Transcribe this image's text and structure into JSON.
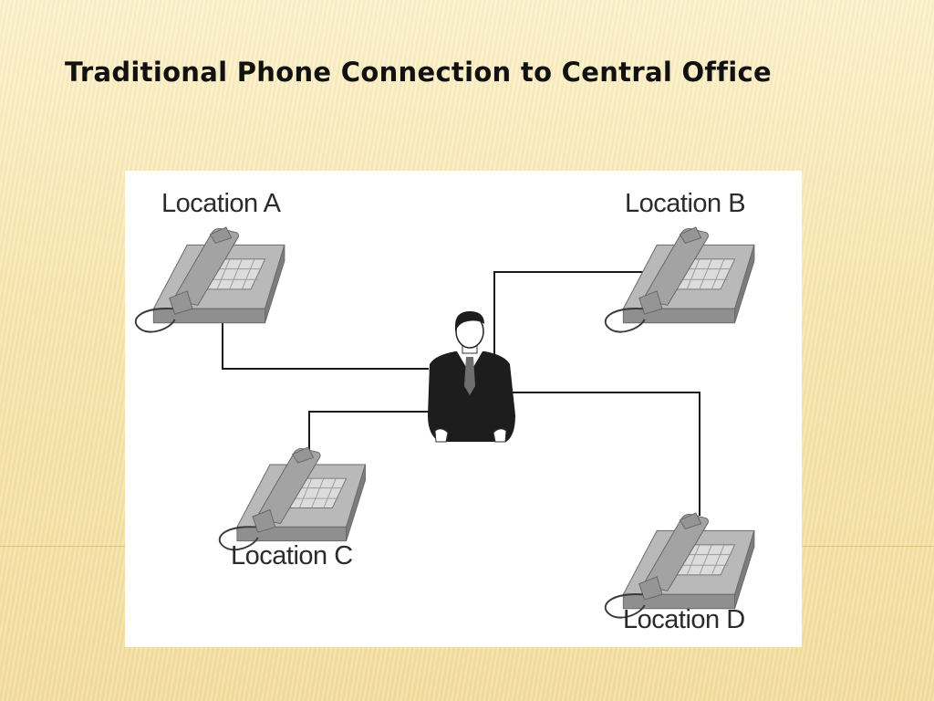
{
  "slide": {
    "title": "Traditional Phone Connection to Central Office"
  },
  "diagram": {
    "locations": [
      {
        "id": "a",
        "label": "Location A"
      },
      {
        "id": "b",
        "label": "Location B"
      },
      {
        "id": "c",
        "label": "Location C"
      },
      {
        "id": "d",
        "label": "Location D"
      }
    ],
    "hub": {
      "icon": "operator-person-icon"
    },
    "phone_icon": "telephone-icon",
    "colors": {
      "background": "#f7e7b3",
      "phone_gray": "#a7a7a7",
      "line": "#1a1a1a",
      "suit": "#1a1a1a"
    }
  }
}
